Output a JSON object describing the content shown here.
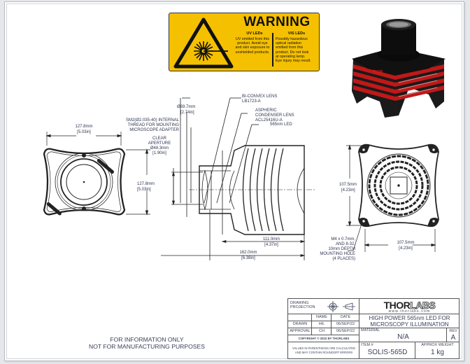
{
  "warning_label": {
    "title": "WARNING",
    "uv_heading": "UV LEDs",
    "uv_text": [
      "UV emitted from this",
      "product. Avoid eye",
      "and skin exposure to",
      "unshielded products."
    ],
    "vis_heading": "VIS LEDs",
    "vis_text": [
      "Possibly hazardous",
      "optical radiation",
      "emitted from this",
      "product. Do not look",
      "at operating lamp.",
      "Eye injury may result."
    ],
    "icon": "laser-radiation-hazard-icon",
    "color": "#f5c000"
  },
  "front_view": {
    "width_mm": "127.8mm",
    "width_in": "[5.03in]",
    "height_mm": "127.8mm",
    "height_in": "[5.03in]"
  },
  "side_view": {
    "callouts": {
      "outer_diameter_mm": "Ø69.7mm",
      "outer_diameter_in": "[2.74in]",
      "thread": [
        "SM2(Ø2.035-40) INTERNAL",
        "THREAD FOR MOUNTING",
        "MICROSCOPE ADAPTER"
      ],
      "clear_aperture": [
        "CLEAR",
        "APERTURE",
        "Ø48.3mm",
        "[1.90in]"
      ],
      "biconvex": [
        "BI-CONVEX LENS",
        "LB1723-A"
      ],
      "aspheric": [
        "ASPHERIC",
        "CONDENSER LENS",
        "ACL25416U-A"
      ],
      "led": "565nm LED"
    },
    "length1_mm": "111.0mm",
    "length1_in": "[4.37in]",
    "length2_mm": "162.0mm",
    "length2_in": "[6.38in]"
  },
  "back_view": {
    "height_mm": "107.5mm",
    "height_in": "[4.23in]",
    "width_mm": "107.5mm",
    "width_in": "[4.23in]",
    "mounting_note": [
      "M4 x 0.7mm,",
      "AND 8-32,",
      "10mm DEPTH",
      "MOUNTING HOLE",
      "(4 PLACES)"
    ]
  },
  "footer_note": [
    "FOR INFORMATION ONLY",
    "NOT FOR MANUFACTURING PURPOSES"
  ],
  "title_block": {
    "drawing_projection": [
      "DRAWING",
      "PROJECTION"
    ],
    "col_name": "NAME",
    "col_date": "DATE",
    "drawn_label": "DRAWN",
    "drawn_name": "HIt.",
    "drawn_date": "06/SEP/22",
    "approval_label": "APPROVAL",
    "approval_name": "CH",
    "approval_date": "06/SEP/22",
    "copyright": "COPYRIGHT © 2022 BY THORLABS",
    "disclaimer": [
      "VALUES IN PARENTHESIS ARE CALCULATED",
      "AND MAY CONTAIN ROUNDOFF ERRORS"
    ],
    "brand_left": "THOR",
    "brand_right": "LABS",
    "website": "www.thorlabs.com",
    "description": [
      "HIGH POWER 565nm LED FOR",
      "MICROSCOPY ILLUMINATION"
    ],
    "material_label": "MATERIAL",
    "material_value": "N/A",
    "rev_label": "REV",
    "rev_value": "A",
    "item_label": "ITEM #",
    "item_value": "SOLIS-565D",
    "weight_label": "APPROX WEIGHT",
    "weight_value": "1 kg"
  }
}
